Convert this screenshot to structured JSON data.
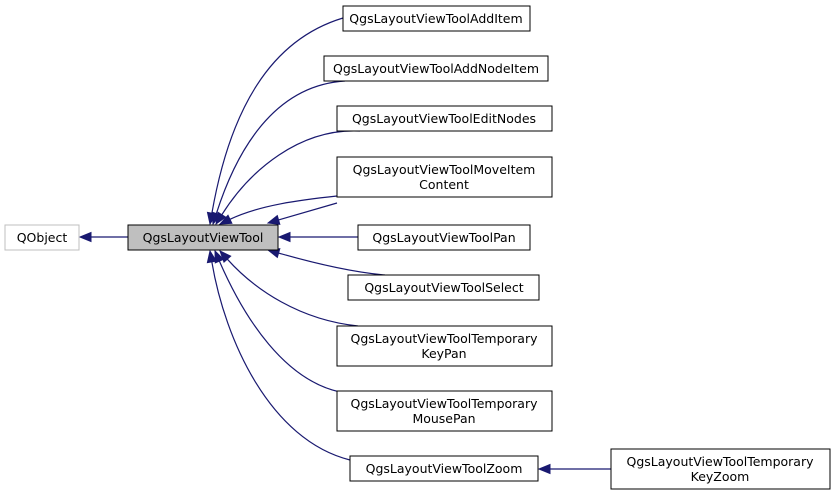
{
  "diagram": {
    "root": {
      "label": "QObject"
    },
    "focus": {
      "label": "QgsLayoutViewTool"
    },
    "subclasses": [
      {
        "lines": [
          "QgsLayoutViewToolAddItem"
        ]
      },
      {
        "lines": [
          "QgsLayoutViewToolAddNodeItem"
        ]
      },
      {
        "lines": [
          "QgsLayoutViewToolEditNodes"
        ]
      },
      {
        "lines": [
          "QgsLayoutViewToolMoveItem",
          "Content"
        ]
      },
      {
        "lines": [
          "QgsLayoutViewToolPan"
        ]
      },
      {
        "lines": [
          "QgsLayoutViewToolSelect"
        ]
      },
      {
        "lines": [
          "QgsLayoutViewToolTemporary",
          "KeyPan"
        ]
      },
      {
        "lines": [
          "QgsLayoutViewToolTemporary",
          "MousePan"
        ]
      },
      {
        "lines": [
          "QgsLayoutViewToolZoom"
        ]
      }
    ],
    "grandchild": {
      "lines": [
        "QgsLayoutViewToolTemporary",
        "KeyZoom"
      ]
    },
    "colors": {
      "edge": "#191970",
      "focus_fill": "#bfbfbf",
      "external_border": "#bfbfbf"
    }
  }
}
